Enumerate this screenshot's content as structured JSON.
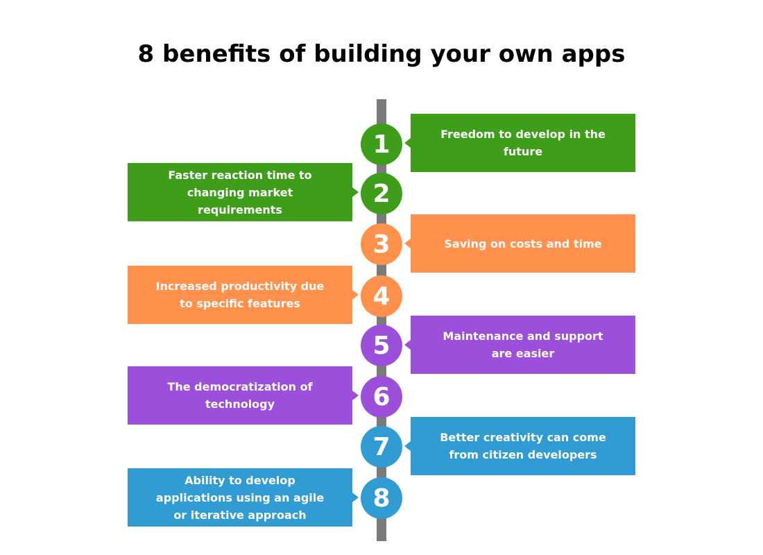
{
  "title": "8 benefits of building your own apps",
  "colors": {
    "green": "#3e9e1a",
    "orange": "#ff914d",
    "purple": "#9b4fdb",
    "blue": "#319bd4",
    "spine": "#7a7a7a"
  },
  "benefits": [
    {
      "number": "1",
      "text": "Freedom to develop in the future",
      "side": "right",
      "color": "#3e9e1a"
    },
    {
      "number": "2",
      "text": "Faster reaction time to changing market requirements",
      "side": "left",
      "color": "#3e9e1a"
    },
    {
      "number": "3",
      "text": "Saving on costs and time",
      "side": "right",
      "color": "#ff914d"
    },
    {
      "number": "4",
      "text": "Increased productivity due to specific features",
      "side": "left",
      "color": "#ff914d"
    },
    {
      "number": "5",
      "text": "Maintenance and support are easier",
      "side": "right",
      "color": "#9b4fdb"
    },
    {
      "number": "6",
      "text": "The democratization of technology",
      "side": "left",
      "color": "#9b4fdb"
    },
    {
      "number": "7",
      "text": "Better creativity can come from citizen developers",
      "side": "right",
      "color": "#319bd4"
    },
    {
      "number": "8",
      "text": "Ability to develop applications using an agile or iterative approach",
      "side": "left",
      "color": "#319bd4"
    }
  ]
}
